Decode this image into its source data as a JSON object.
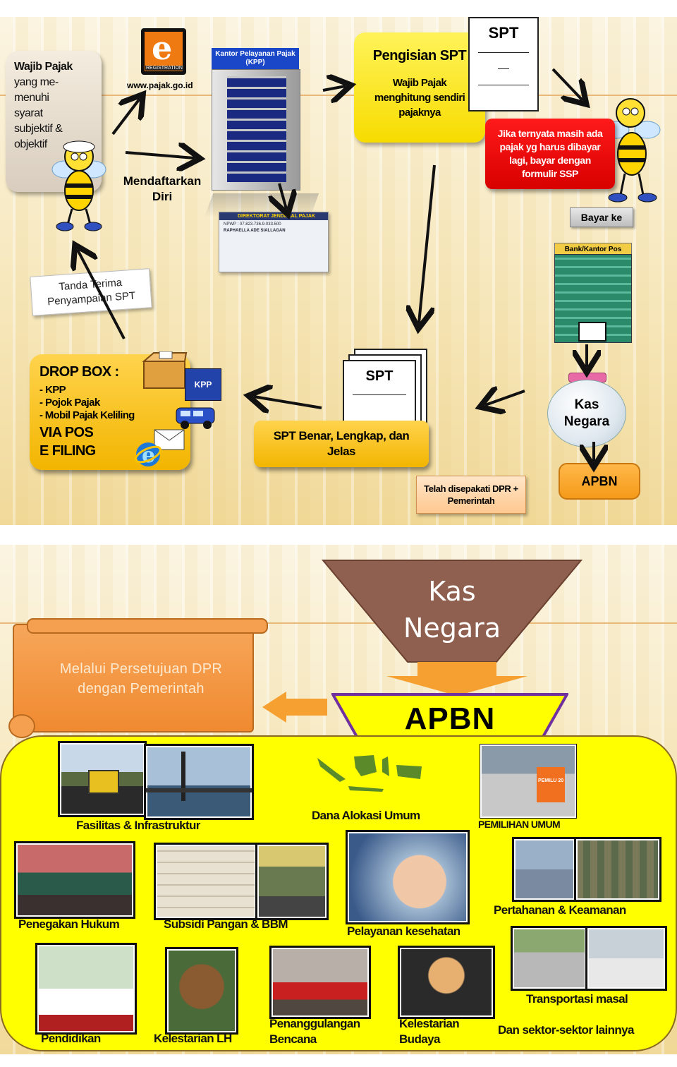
{
  "slide1": {
    "wajib_pajak": {
      "title": "Wajib Pajak",
      "lines": [
        "yang me-",
        "menuhi",
        "syarat",
        "subjektif &",
        "objektif"
      ]
    },
    "eregistration": {
      "badge": "REGISTRATION",
      "url": "www.pajak.go.id"
    },
    "kpp_building": {
      "label": "Kantor Pelayanan Pajak (KPP)"
    },
    "mendaftarkan_diri": "Mendaftarkan Diri",
    "npwp_card": {
      "header": "DIREKTORAT JENDERAL PAJAK",
      "npwp": "NPWP : 07.823.736.9-033.500",
      "name": "RAPHAELLA ADE SIALLAGAN"
    },
    "pengisian": {
      "title": "Pengisian SPT",
      "body": "Wajib Pajak menghitung sendiri pajaknya"
    },
    "spt_top": "SPT",
    "red_box": "Jika ternyata masih ada pajak yg harus dibayar lagi, bayar dengan formulir SSP",
    "bayar_ke": "Bayar ke",
    "bank": "Bank/Kantor Pos",
    "kas_negara": "Kas Negara",
    "apbn": "APBN",
    "telah_disepakati": "Telah disepakati DPR + Pemerintah",
    "spt_mid": "SPT",
    "spt_benar": "SPT Benar, Lengkap, dan Jelas",
    "dropbox": {
      "title": "DROP BOX :",
      "items": [
        "- KPP",
        "- Pojok Pajak",
        "- Mobil Pajak Keliling"
      ],
      "via_pos": "VIA POS",
      "efiling": "E FILING",
      "kpp_icon": "KPP"
    },
    "tanda_terima": "Tanda Terima Penyampaian SPT"
  },
  "slide2": {
    "kas_negara": "Kas Negara",
    "apbn": "APBN",
    "scroll_text": "Melalui Persetujuan DPR dengan Pemerintah",
    "labels": {
      "fasilitas": "Fasilitas & Infrastruktur",
      "dau": "Dana Alokasi Umum",
      "pemilu": "PEMILIHAN UMUM",
      "hukum": "Penegakan Hukum",
      "subsidi": "Subsidi Pangan &   BBM",
      "kesehatan": "Pelayanan kesehatan",
      "pertahanan": "Pertahanan & Keamanan",
      "transportasi": "Transportasi masal",
      "pendidikan": "Pendidikan",
      "lh": "Kelestarian LH",
      "bencana": "Penanggulangan Bencana",
      "budaya": "Kelestarian Budaya",
      "lainnya": "Dan sektor-sektor lainnya"
    },
    "photo_texts": {
      "pemilu_sign": "PEMILU 20",
      "map_caption": "Dana Alokasi Umum"
    }
  }
}
